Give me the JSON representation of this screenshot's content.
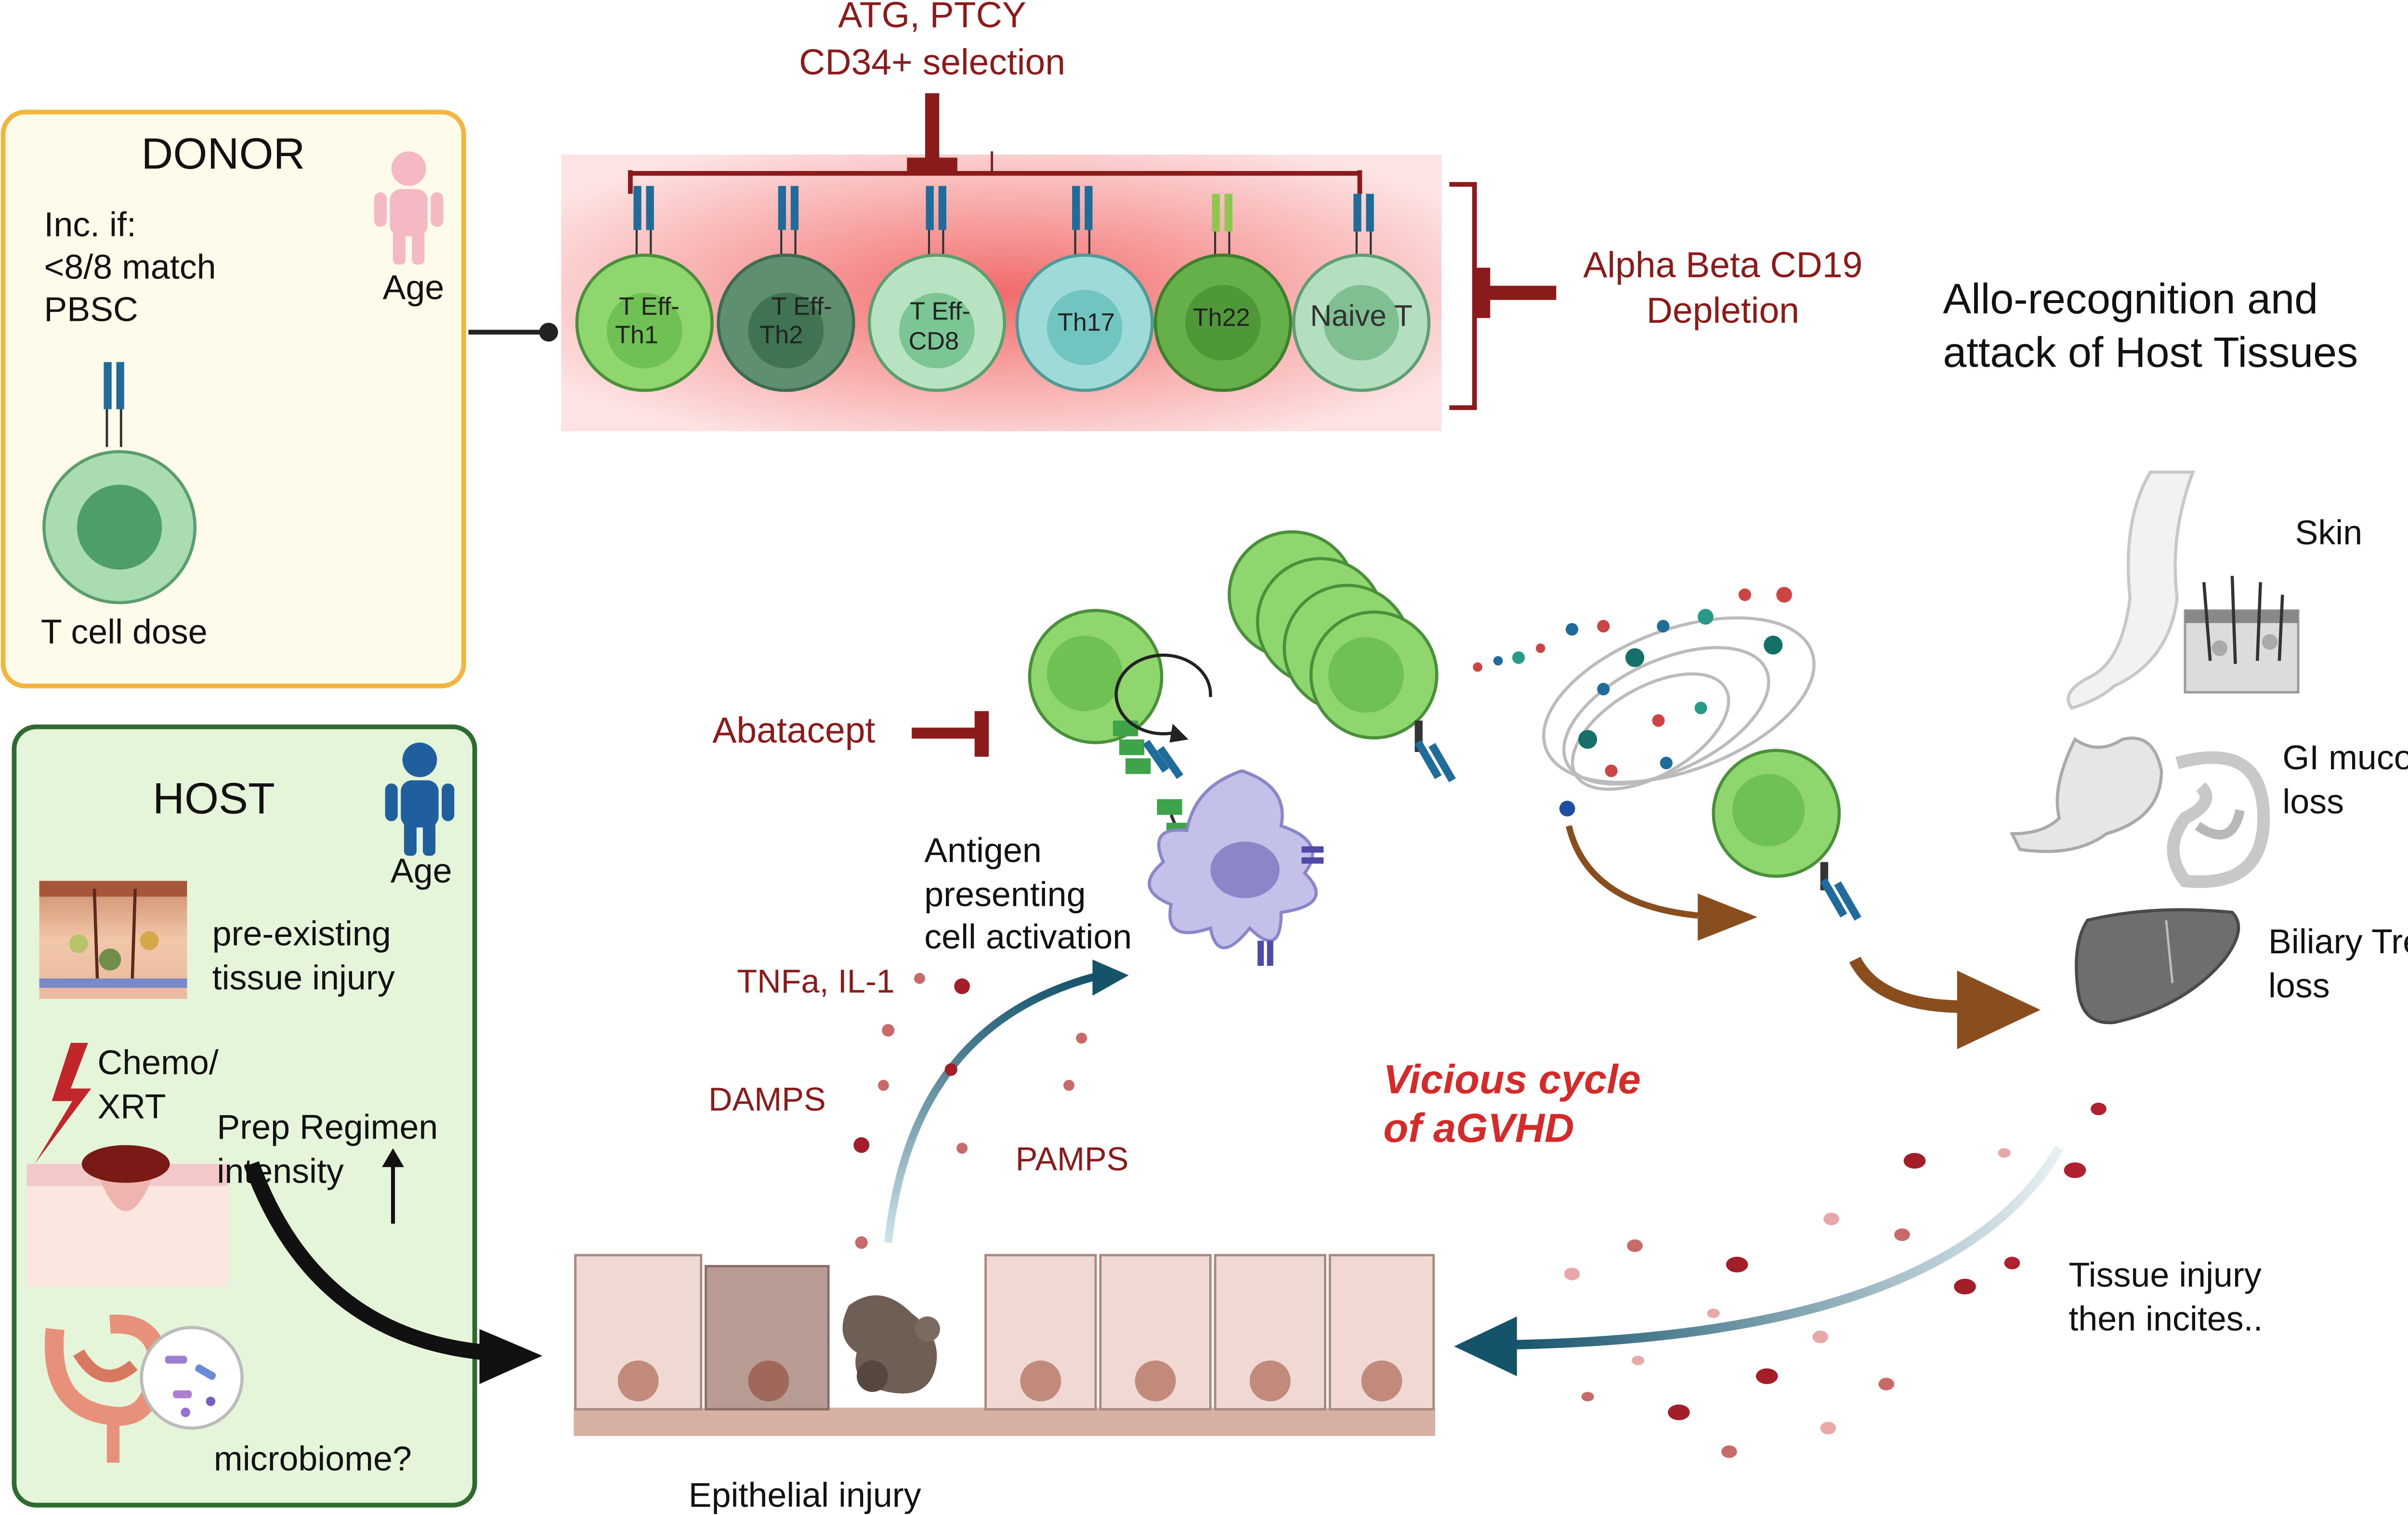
{
  "colors": {
    "dark_red": "#8b1a1a",
    "bright_red": "#d42a2a",
    "donor_border": "#f2b640",
    "host_border": "#2e6b2e",
    "host_fill": "#e5f5d9",
    "teal_arrow": "#15536b",
    "brown_arrow": "#8a4e1e",
    "tcell_green": "#8fd66f",
    "receptor_blue": "#1f6c9a"
  },
  "icons": {
    "person": "person-icon",
    "t_cell": "t-cell-icon",
    "apc": "dendritic-cell-icon",
    "inhibition": "inhibition-bar-icon",
    "lightning": "lightning-icon",
    "organs": [
      "skin-icon",
      "stomach-intestine-icon",
      "liver-icon",
      "intestine-icon",
      "microbiome-icon"
    ]
  },
  "depletion": {
    "line1": "ATG, PTCY",
    "line2": "CD34+ selection",
    "right_line1": "Alpha Beta CD19",
    "right_line2": "Depletion"
  },
  "tcells": [
    {
      "line1": "T Eff-",
      "line2": "Th1"
    },
    {
      "line1": "T  Eff-",
      "line2": "Th2"
    },
    {
      "line1": "T Eff-",
      "line2": "CD8"
    },
    {
      "line1": "Th17",
      "line2": ""
    },
    {
      "line1": "Th22",
      "line2": ""
    },
    {
      "line1": "Naive T",
      "line2": ""
    }
  ],
  "donor": {
    "title": "DONOR",
    "inc_line1": "Inc. if:",
    "inc_line2": "<8/8 match",
    "inc_line3": "PBSC",
    "age": "Age",
    "tcell_dose": "T cell dose"
  },
  "host": {
    "title": "HOST",
    "age": "Age",
    "injury_line1": "pre-existing",
    "injury_line2": "tissue injury",
    "chemo_line1": "Chemo/",
    "chemo_line2": "XRT",
    "prep_line1": "Prep Regimen",
    "prep_line2": "intensity",
    "microbiome": "microbiome?"
  },
  "allo": {
    "line1": "Allo-recognition and",
    "line2": "attack of Host Tissues"
  },
  "abatacept": "Abatacept",
  "apc": {
    "line1": "Antigen",
    "line2": "presenting",
    "line3": "cell activation"
  },
  "signals": {
    "tnf": "TNFa, IL-1",
    "damps": "DAMPS",
    "pamps": "PAMPS"
  },
  "vicious": {
    "line1": "Vicious cycle",
    "line2": "of aGVHD"
  },
  "organs": {
    "skin": "Skin",
    "gi_line1": "GI mucosa",
    "gi_line2": "loss",
    "biliary_line1": "Biliary Tree",
    "biliary_line2": "loss"
  },
  "tissue_injury": {
    "line1": "Tissue injury",
    "line2": "then incites.."
  },
  "epithelial": "Epithelial injury"
}
